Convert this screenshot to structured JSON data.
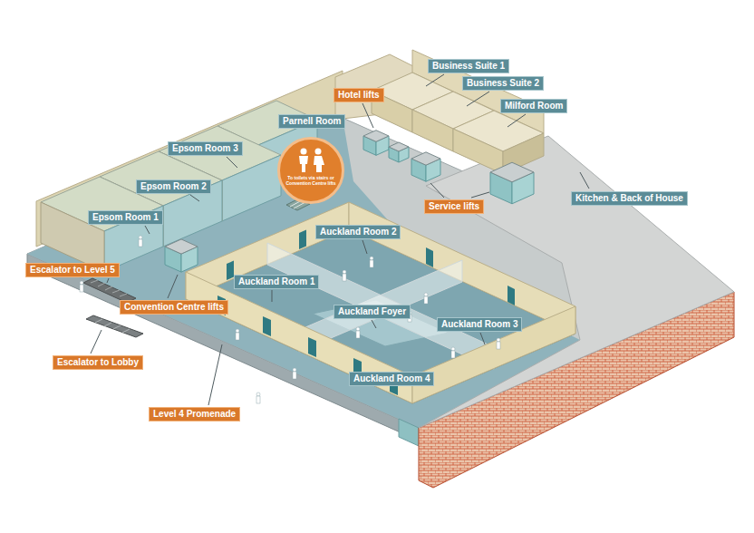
{
  "diagram": {
    "nodes": [
      {
        "text": [
          "Business Suite 1"
        ]
      },
      {
        "text": [
          "Business Suite 2"
        ]
      },
      {
        "text": [
          "Hotel lifts"
        ]
      },
      {
        "text": [
          "Milford Room"
        ]
      },
      {
        "text": [
          "Parnell Room"
        ]
      },
      {
        "text": [
          "Epsom Room 3"
        ]
      },
      {
        "text": [
          "To toilets via stairs or Convention Centre lifts"
        ]
      },
      {
        "text": [
          "Kitchen & Back of House"
        ]
      },
      {
        "text": [
          "Epsom Room 2"
        ]
      },
      {
        "text": [
          "Service lifts"
        ]
      },
      {
        "text": [
          "Epsom Room 1"
        ]
      },
      {
        "text": [
          "Auckland Room 2"
        ]
      },
      {
        "text": [
          "Escalator to Level 5"
        ]
      },
      {
        "text": [
          "Auckland Room 1"
        ]
      },
      {
        "text": [
          "Convention Centre lifts"
        ]
      },
      {
        "text": [
          "Auckland Foyer"
        ]
      },
      {
        "text": [
          "Auckland Room 3"
        ]
      },
      {
        "text": [
          "Escalator to Lobby"
        ]
      },
      {
        "text": [
          "Auckland Room 4"
        ]
      },
      {
        "text": [
          "Level 4 Promenade"
        ]
      }
    ]
  }
}
